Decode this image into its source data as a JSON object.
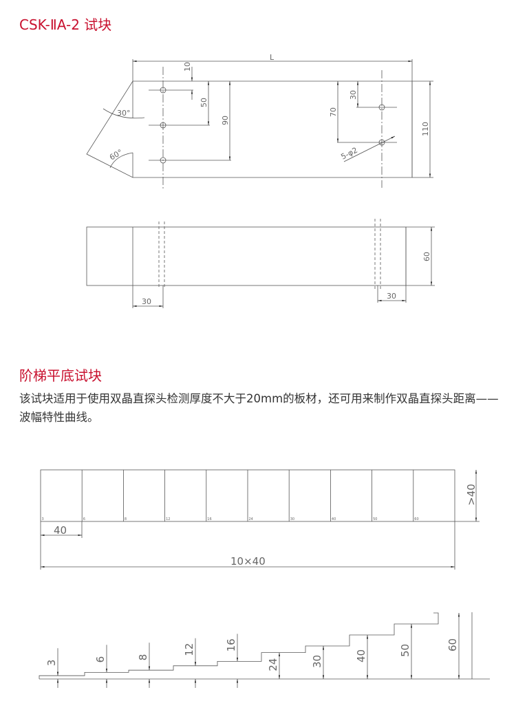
{
  "section1": {
    "title": "CSK-ⅡA-2 试块",
    "top_view": {
      "length_label": "L",
      "dims": [
        "10",
        "50",
        "90",
        "70",
        "30",
        "110"
      ],
      "angles": [
        "30°",
        "60°"
      ],
      "holes_label": "5-φ2"
    },
    "side_view": {
      "dims": [
        "60",
        "30",
        "30"
      ]
    }
  },
  "section2": {
    "title": "阶梯平底试块",
    "description": "该试块适用于使用双晶直探头检测厚度不大于20mm的板材，还可用来制作双晶直探头距离——波幅特性曲线。",
    "plan_view": {
      "step_labels": [
        "3",
        "6",
        "8",
        "12",
        "16",
        "24",
        "30",
        "40",
        "50",
        "60"
      ],
      "width_dim": ">40",
      "step_dim": "40",
      "total_dim": "10×40"
    },
    "profile_view": {
      "step_heights": [
        3,
        6,
        8,
        12,
        16,
        24,
        30,
        40,
        50,
        60
      ],
      "height_labels": [
        "3",
        "6",
        "8",
        "12",
        "16",
        "24",
        "30",
        "40",
        "50",
        "60"
      ]
    }
  },
  "colors": {
    "accent": "#c8102e",
    "line": "#555555"
  }
}
